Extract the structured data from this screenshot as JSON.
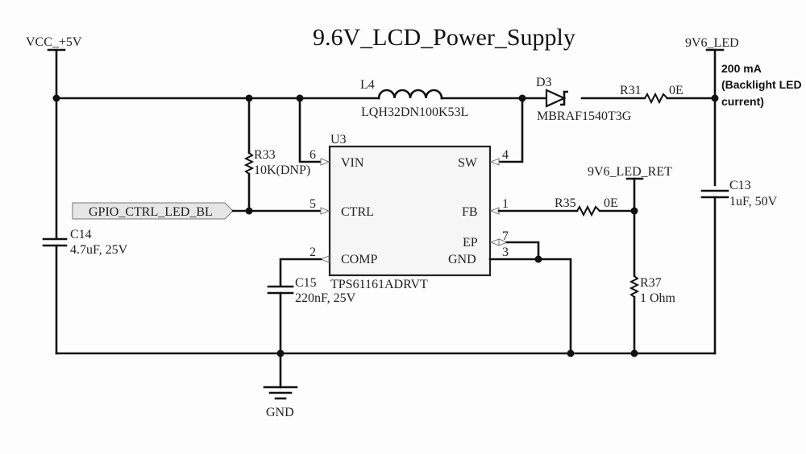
{
  "title": "9.6V_LCD_Power_Supply",
  "nets": {
    "vcc": "VCC_+5V",
    "led": "9V6_LED",
    "led_ret": "9V6_LED_RET",
    "gnd": "GND",
    "gpio": "GPIO_CTRL_LED_BL"
  },
  "annotation": {
    "line1": "200 mA",
    "line2": "(Backlight LED",
    "line3": "current)"
  },
  "components": {
    "L4": {
      "ref": "L4",
      "value": "LQH32DN100K53L"
    },
    "D3": {
      "ref": "D3",
      "value": "MBRAF1540T3G"
    },
    "R31": {
      "ref": "R31",
      "value": "0E"
    },
    "R33": {
      "ref": "R33",
      "value": "10K(DNP)"
    },
    "R35": {
      "ref": "R35",
      "value": "0E"
    },
    "R37": {
      "ref": "R37",
      "value": "1 Ohm"
    },
    "C13": {
      "ref": "C13",
      "value": "1uF, 50V"
    },
    "C14": {
      "ref": "C14",
      "value": "4.7uF, 25V"
    },
    "C15": {
      "ref": "C15",
      "value": "220nF, 25V"
    },
    "U3": {
      "ref": "U3",
      "part": "TPS61161ADRVT",
      "pins": {
        "vin": {
          "name": "VIN",
          "num": "6"
        },
        "ctrl": {
          "name": "CTRL",
          "num": "5"
        },
        "comp": {
          "name": "COMP",
          "num": "2"
        },
        "sw": {
          "name": "SW",
          "num": "4"
        },
        "fb": {
          "name": "FB",
          "num": "1"
        },
        "ep": {
          "name": "EP",
          "num": "7"
        },
        "gnd": {
          "name": "GND",
          "num": "3"
        }
      }
    }
  }
}
